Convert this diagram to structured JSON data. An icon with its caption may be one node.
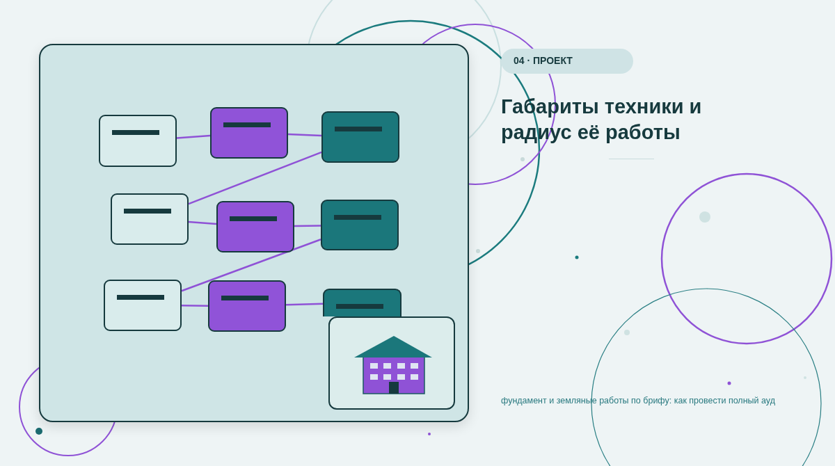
{
  "diagram": {
    "title": "Габариты техники и радиус её работы",
    "nodes": [
      {
        "text": [],
        "shape": "box"
      },
      {
        "text": [],
        "shape": "box",
        "in": 0
      },
      {
        "text": [],
        "shape": "box",
        "in": 0
      },
      {
        "text": [],
        "shape": "box",
        "in": 0
      },
      {
        "text": [],
        "shape": "box",
        "in": 0
      },
      {
        "text": [],
        "shape": "box",
        "in": 0
      },
      {
        "text": [],
        "shape": "box",
        "in": 0
      },
      {
        "text": [],
        "shape": "box",
        "in": 0
      },
      {
        "text": [],
        "shape": "box",
        "in": 0
      },
      {
        "text": [],
        "shape": "box",
        "in": 0
      },
      {
        "text": [],
        "shape": "picture",
        "in": 0
      },
      {
        "text": [
          "04 · ПРОЕКТ"
        ]
      }
    ],
    "edges": [
      {
        "from": 1,
        "to": 2,
        "arrow": "none"
      },
      {
        "from": 2,
        "to": 3,
        "arrow": "none"
      },
      {
        "from": 3,
        "to": 4,
        "arrow": "none"
      },
      {
        "from": 4,
        "to": 5,
        "arrow": "none"
      },
      {
        "from": 5,
        "to": 6,
        "arrow": "none"
      },
      {
        "from": 6,
        "to": 7,
        "arrow": "none"
      },
      {
        "from": 7,
        "to": 8,
        "arrow": "none"
      },
      {
        "from": 8,
        "to": 9,
        "arrow": "none"
      }
    ],
    "labels": [
      "фундамент и земляные работы по брифу: как провести полный ауд"
    ]
  }
}
